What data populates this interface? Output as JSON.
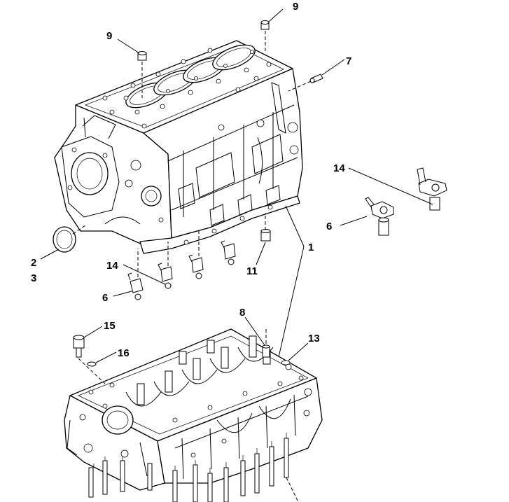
{
  "callouts": {
    "c1": "1",
    "c2": "2",
    "c3": "3",
    "c6a": "6",
    "c6b": "6",
    "c7": "7",
    "c8": "8",
    "c9a": "9",
    "c9b": "9",
    "c11": "11",
    "c13": "13",
    "c14a": "14",
    "c14b": "14",
    "c15": "15",
    "c16": "16"
  }
}
